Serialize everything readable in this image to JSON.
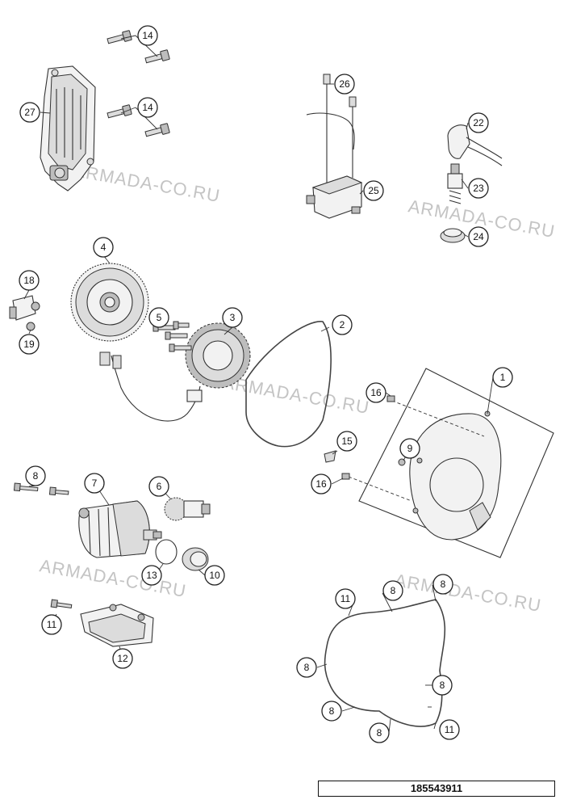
{
  "callouts": {
    "c1": "1",
    "c2": "2",
    "c3": "3",
    "c4": "4",
    "c5": "5",
    "c6": "6",
    "c7": "7",
    "c8a": "8",
    "c8b": "8",
    "c8c": "8",
    "c8d": "8",
    "c8e": "8",
    "c8f": "8",
    "c8g": "8",
    "c9": "9",
    "c10": "10",
    "c11a": "11",
    "c11b": "11",
    "c11c": "11",
    "c12": "12",
    "c13": "13",
    "c14a": "14",
    "c14b": "14",
    "c15": "15",
    "c16a": "16",
    "c16b": "16",
    "c18": "18",
    "c19": "19",
    "c22": "22",
    "c23": "23",
    "c24": "24",
    "c25": "25",
    "c26": "26",
    "c27": "27"
  },
  "watermarks": [
    "ARMADA-CO.RU",
    "ARMADA-CO.RU",
    "ARMADA-CO.RU",
    "ARMADA-CO.RU",
    "ARMADA-CO.RU"
  ],
  "drawing_number": "185543911"
}
